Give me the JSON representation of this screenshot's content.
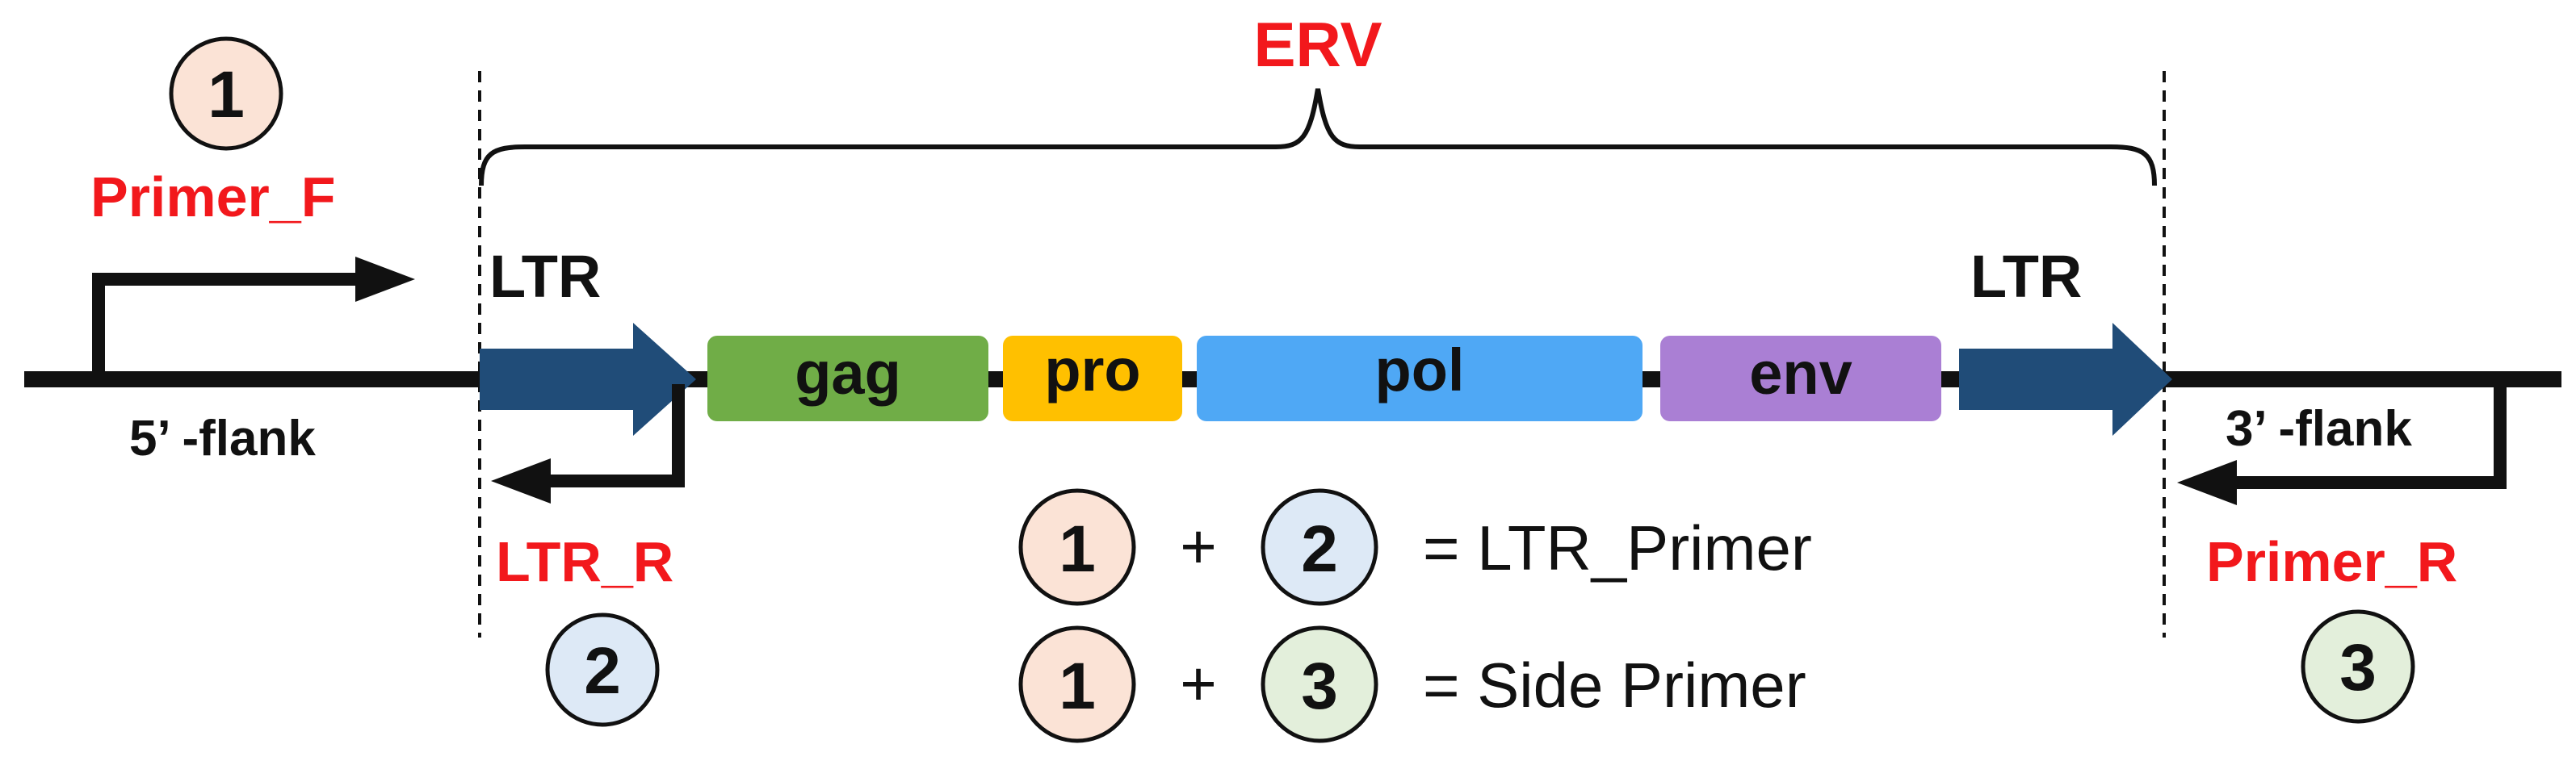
{
  "title": "ERV",
  "colors": {
    "primer_red": "#f2181c",
    "ltr_blue": "#204c78",
    "circle1_fill": "#fbe3d6",
    "circle2_fill": "#dde9f6",
    "circle3_fill": "#e3efdb",
    "gag": "#70ad47",
    "pro": "#ffc000",
    "pol": "#4fa8f5",
    "env": "#aa7fd4"
  },
  "ltr_left": "LTR",
  "ltr_right": "LTR",
  "flank_5": "5’ -flank",
  "flank_3": "3’ -flank",
  "genes": [
    {
      "key": "gag",
      "label": "gag"
    },
    {
      "key": "pro",
      "label": "pro"
    },
    {
      "key": "pol",
      "label": "pol"
    },
    {
      "key": "env",
      "label": "env"
    }
  ],
  "primers": {
    "forward": {
      "number": "1",
      "label": "Primer_F"
    },
    "ltr_reverse": {
      "number": "2",
      "label": "LTR_R"
    },
    "reverse": {
      "number": "3",
      "label": "Primer_R"
    }
  },
  "legend": [
    {
      "a": "1",
      "op": "+",
      "b": "2",
      "result": "= LTR_Primer"
    },
    {
      "a": "1",
      "op": "+",
      "b": "3",
      "result": "= Side Primer"
    }
  ]
}
